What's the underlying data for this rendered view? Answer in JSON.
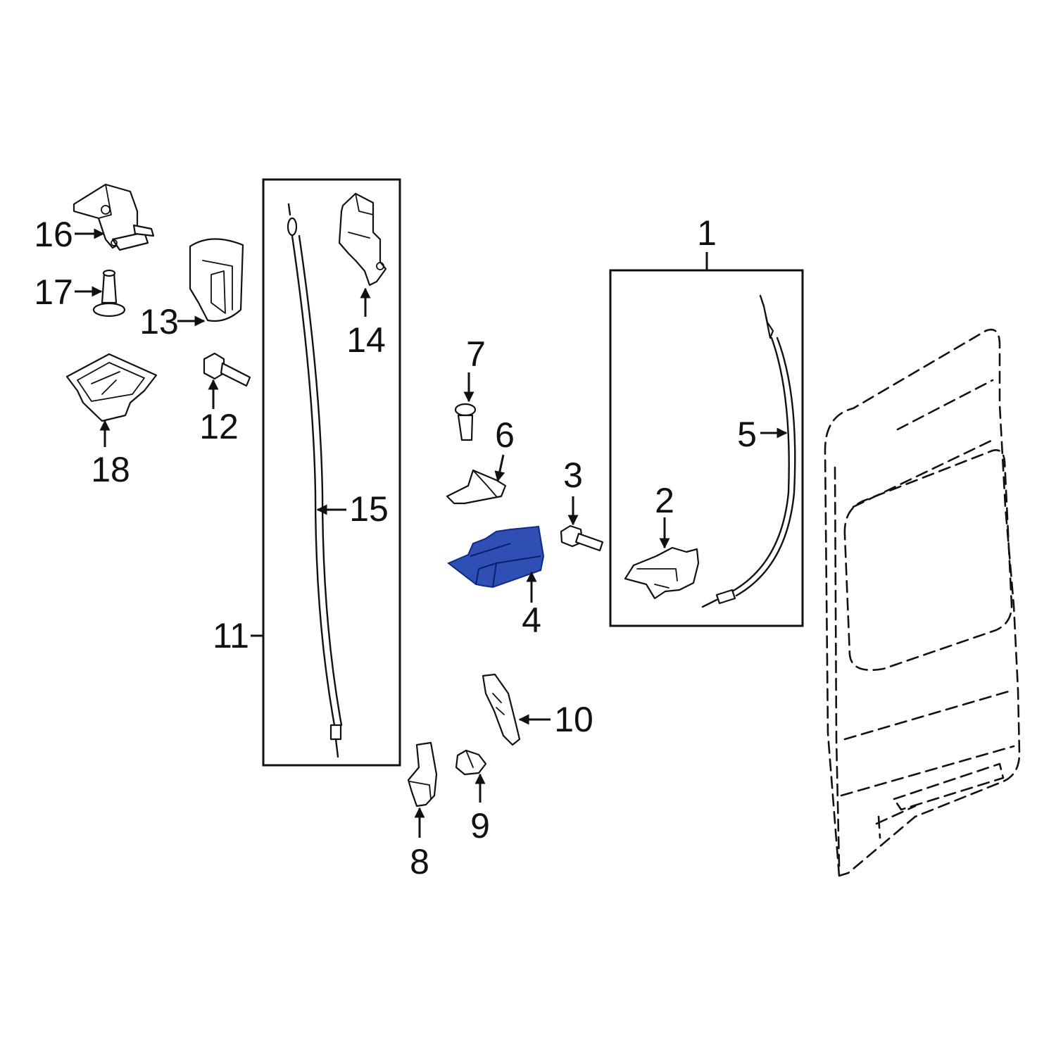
{
  "diagram": {
    "highlight_color": "#2f4fb5",
    "highlight_stroke": "#0d2a8a",
    "highlighted_part": "4",
    "callouts": [
      {
        "id": "c1",
        "text": "1"
      },
      {
        "id": "c2",
        "text": "2"
      },
      {
        "id": "c3",
        "text": "3"
      },
      {
        "id": "c4",
        "text": "4"
      },
      {
        "id": "c5",
        "text": "5"
      },
      {
        "id": "c6",
        "text": "6"
      },
      {
        "id": "c7",
        "text": "7"
      },
      {
        "id": "c8",
        "text": "8"
      },
      {
        "id": "c9",
        "text": "9"
      },
      {
        "id": "c10",
        "text": "10"
      },
      {
        "id": "c11",
        "text": "11"
      },
      {
        "id": "c12",
        "text": "12"
      },
      {
        "id": "c13",
        "text": "13"
      },
      {
        "id": "c14",
        "text": "14"
      },
      {
        "id": "c15",
        "text": "15"
      },
      {
        "id": "c16",
        "text": "16"
      },
      {
        "id": "c17",
        "text": "17"
      },
      {
        "id": "c18",
        "text": "18"
      }
    ]
  }
}
